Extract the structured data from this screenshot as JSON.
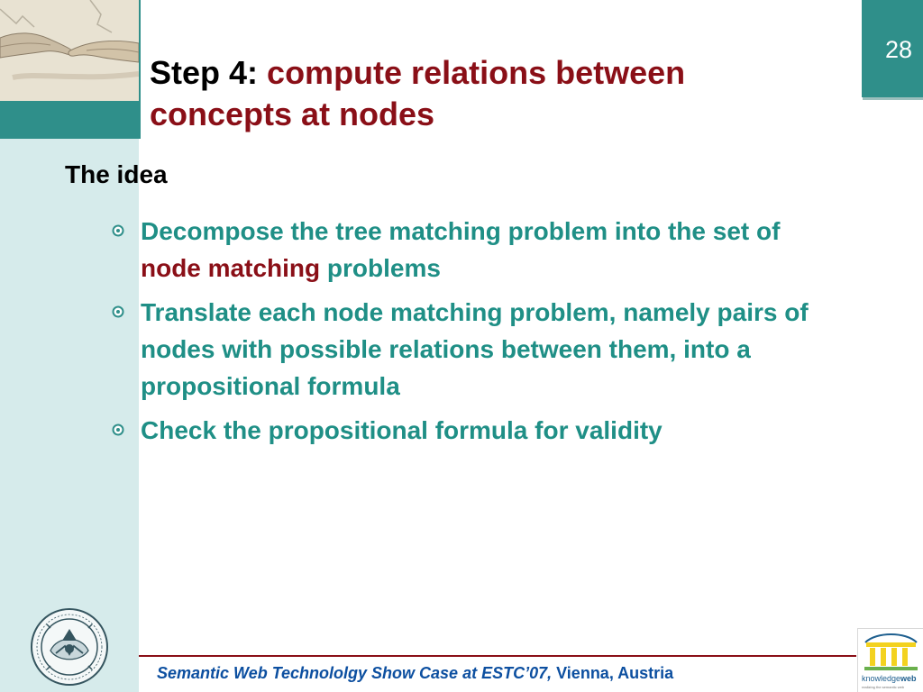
{
  "slide": {
    "page_number": "28",
    "title_prefix": "Step 4:",
    "title_accent_line1": "compute relations between",
    "title_accent_line2": "concepts at nodes",
    "subheading": "The idea",
    "bullets": [
      {
        "before": "Decompose the tree matching problem into the set of",
        "highlight": "node matching",
        "after": "problems"
      },
      {
        "text": "Translate each node matching problem, namely pairs of nodes with possible relations between them, into a propositional formula"
      },
      {
        "text": "Check the propositional formula for validity"
      }
    ],
    "footer": {
      "event": "Semantic Web Technololgy Show Case at ESTC’07,",
      "location": "Vienna, Austria"
    },
    "logos": {
      "seal": {
        "name": "university-seal",
        "text": "UNIVERSITAS STUDIORUM TRIDENTI ATHESINA"
      },
      "knowledgeweb": {
        "name_part1": "knowledge",
        "name_part2": "web",
        "tagline": "realizing the semantic web"
      }
    },
    "colors": {
      "accent_dark_red": "#8a0f17",
      "teal": "#2f8f8a",
      "bullet_green": "#1f8f86",
      "footer_blue": "#0c4fa0",
      "left_band": "#d6ebeb"
    }
  }
}
